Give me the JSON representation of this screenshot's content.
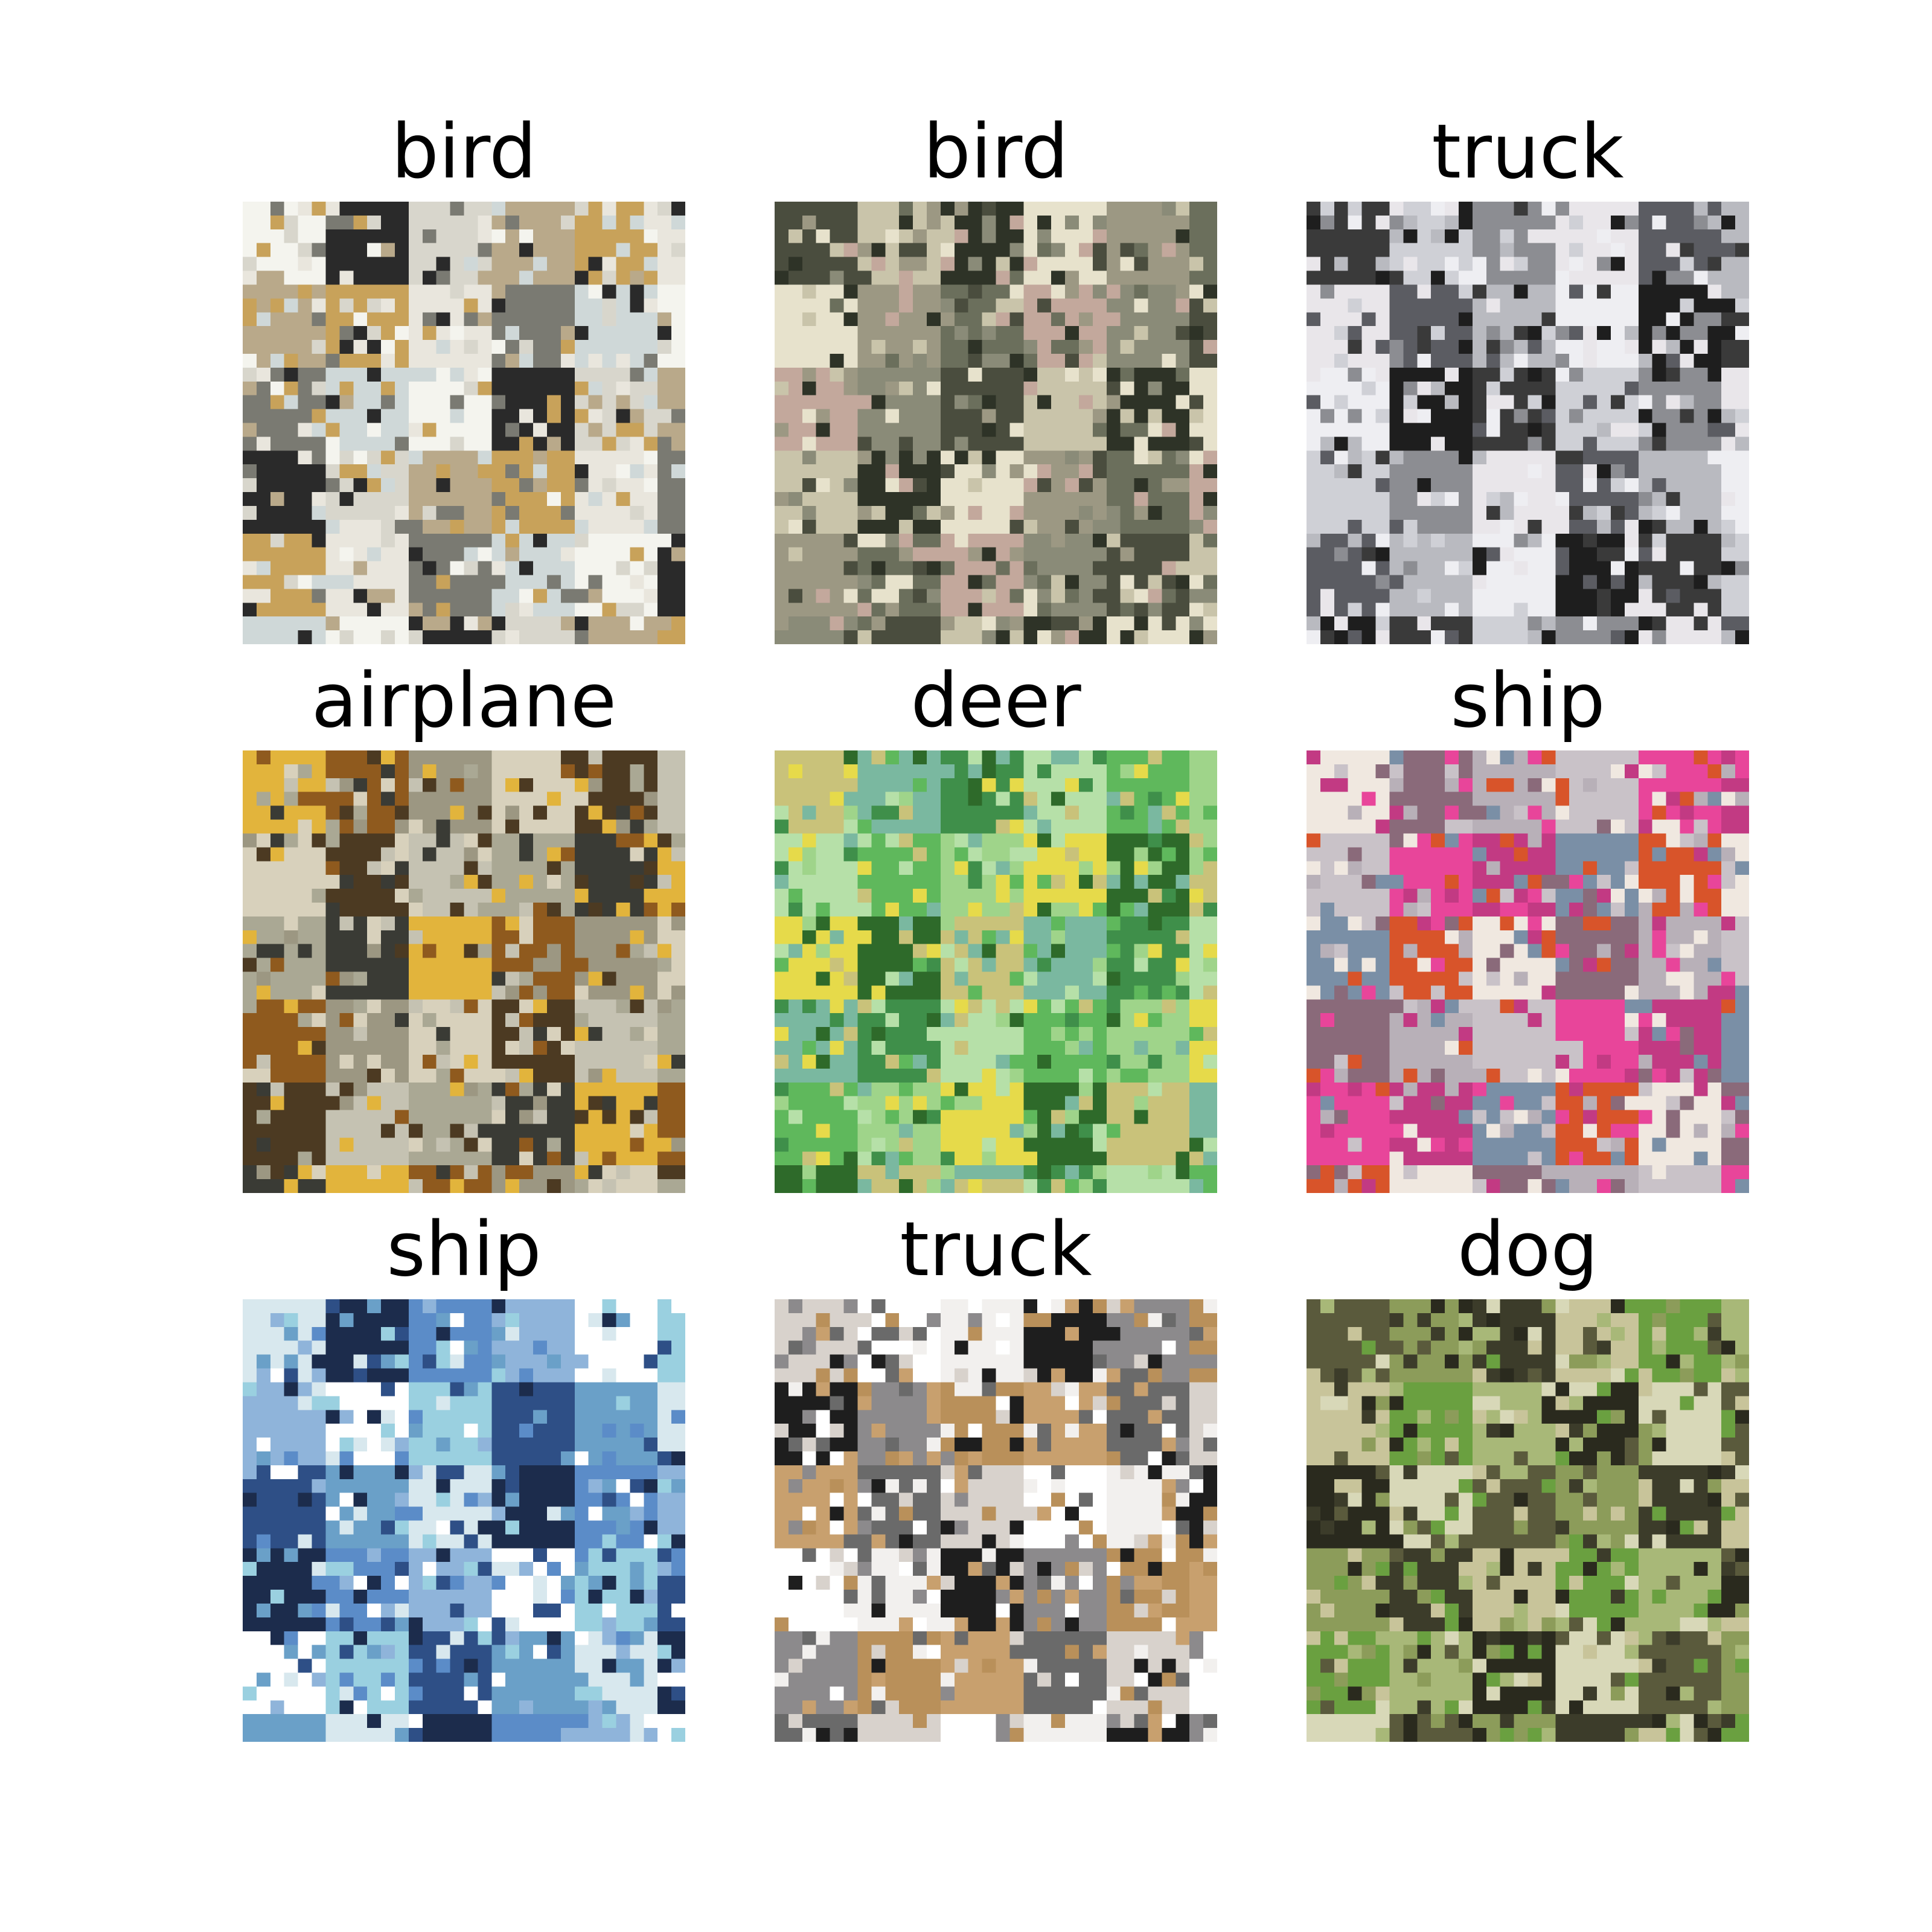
{
  "figure": {
    "panels": [
      {
        "label": "bird",
        "palette": [
          "#f4f4ee",
          "#2a2a2a",
          "#d8d6cc",
          "#b9a98a",
          "#c8a25a",
          "#e9e6dd",
          "#7a7a72",
          "#cfd8d8"
        ]
      },
      {
        "label": "bird",
        "palette": [
          "#8a8b78",
          "#4a4d3e",
          "#c9c4aa",
          "#2e3327",
          "#e7e2cc",
          "#9c9883",
          "#6b6f5c",
          "#c3a89c"
        ]
      },
      {
        "label": "truck",
        "palette": [
          "#eeeef2",
          "#1e1e1e",
          "#3a3a3a",
          "#cfd0d6",
          "#8c8d92",
          "#e9e6ea",
          "#5b5c62",
          "#b9bac0"
        ]
      },
      {
        "label": "airplane",
        "palette": [
          "#c5c2b2",
          "#aaa894",
          "#3a3b35",
          "#e2b43c",
          "#8f5a1e",
          "#9c9782",
          "#d8d1bc",
          "#4c3a22"
        ]
      },
      {
        "label": "deer",
        "palette": [
          "#5fb85c",
          "#9fd48a",
          "#e6da4a",
          "#2e6a2a",
          "#c9c27a",
          "#7ab8a0",
          "#3f8f4a",
          "#b6e0a8"
        ]
      },
      {
        "label": "ship",
        "palette": [
          "#c9c2c8",
          "#e8459a",
          "#c23a83",
          "#7a8fa6",
          "#d8542a",
          "#f0e8e0",
          "#8a6a7a",
          "#b8b0b8"
        ]
      },
      {
        "label": "ship",
        "palette": [
          "#5b8cc8",
          "#8fb4da",
          "#ffffff",
          "#9ad0e0",
          "#2e4f86",
          "#6aa0c8",
          "#d8e8ee",
          "#1c2c4c"
        ]
      },
      {
        "label": "truck",
        "palette": [
          "#ffffff",
          "#f2f0ee",
          "#1e1e1e",
          "#8c8a8c",
          "#b9905a",
          "#c8a06e",
          "#6a6a6a",
          "#d8d2cc"
        ]
      },
      {
        "label": "dog",
        "palette": [
          "#5a5a3c",
          "#8c9c5a",
          "#3c3c2a",
          "#c8c49a",
          "#6aa040",
          "#a8b878",
          "#2a2a1e",
          "#d8d8b8"
        ]
      }
    ]
  }
}
